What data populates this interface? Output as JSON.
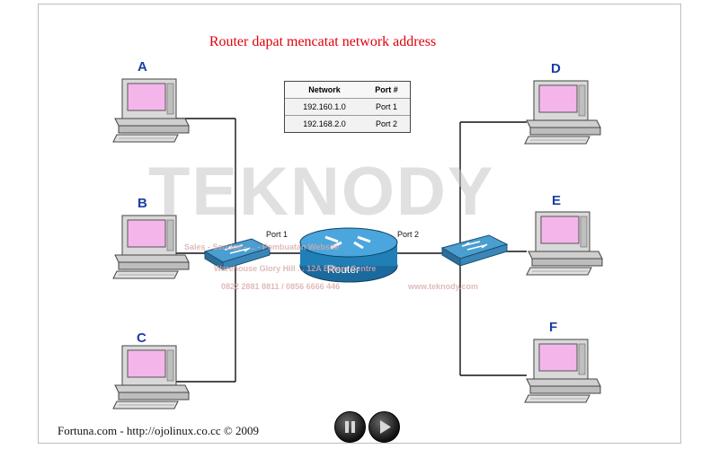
{
  "title": "Router dapat mencatat network address",
  "routing_table": {
    "headers": [
      "Network",
      "Port #"
    ],
    "rows": [
      [
        "192.160.1.0",
        "Port 1"
      ],
      [
        "192.168.2.0",
        "Port 2"
      ]
    ]
  },
  "hosts": [
    "A",
    "B",
    "C",
    "D",
    "E",
    "F"
  ],
  "ports": {
    "left": "Port 1",
    "right": "Port 2"
  },
  "router_label": "Router",
  "watermark": {
    "brand": "TEKNODY",
    "line1": "Sales - Service - ... - Pembuatan Website",
    "line2": "Warehouse Glory Hill ... 12A Batam Centre",
    "phone": "0822 2881 8811 / 0856 6666 446",
    "web": "www.teknody.com"
  },
  "footer": "Fortuna.com - http://ojolinux.co.cc © 2009",
  "colors": {
    "title": "#e0000a",
    "labels": "#1d3ea3",
    "monitor_screen": "#f4b6ea",
    "router": "#1f7fb6"
  }
}
